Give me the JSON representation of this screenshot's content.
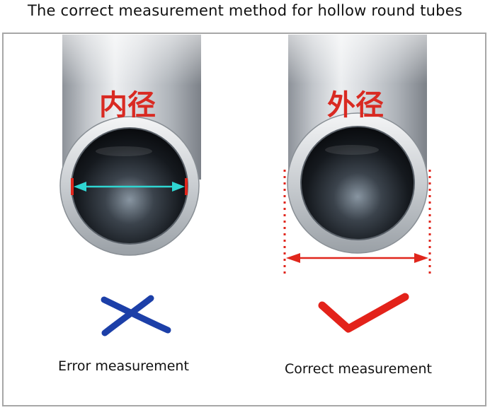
{
  "title": "The correct measurement method for hollow round tubes",
  "panels": [
    {
      "tube_label": "内径",
      "verdict": "wrong",
      "verdict_icon": "cross-icon",
      "caption": "Error measurement",
      "arrow_color": "#2fd6d2",
      "mark_color": "#1c3fa8"
    },
    {
      "tube_label": "外径",
      "verdict": "correct",
      "verdict_icon": "check-icon",
      "caption": "Correct measurement",
      "arrow_color": "#e0261c",
      "mark_color": "#e3221a"
    }
  ],
  "colors": {
    "label_red": "#d92a22",
    "frame": "#a7a7a7"
  }
}
